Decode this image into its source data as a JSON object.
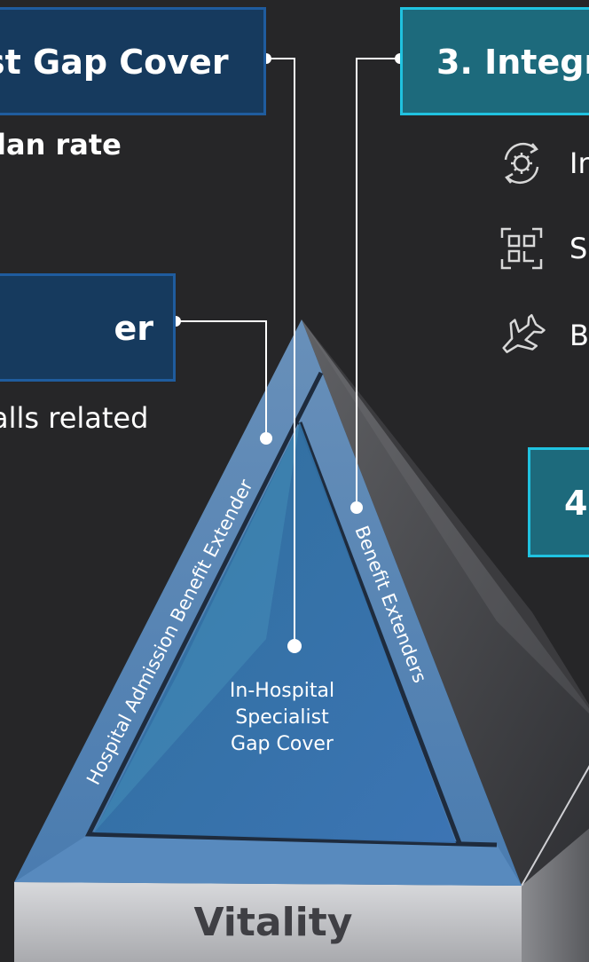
{
  "boxes": {
    "box1": "st Gap Cover",
    "box2": "er",
    "box3": "3. Integr",
    "box4": "4."
  },
  "subtexts": {
    "sub1": "lan rate",
    "sub2": "alls related"
  },
  "features": [
    {
      "icon": "virus-refresh-icon",
      "text": "In"
    },
    {
      "icon": "scan-frame-icon",
      "text": "Se"
    },
    {
      "icon": "airplane-icon",
      "text": "B"
    }
  ],
  "pyramid": {
    "left_face": "Hospital Admission Benefit Extender",
    "right_face": "Benefit Extenders",
    "centre": [
      "In-Hospital",
      "Specialist",
      "Gap Cover"
    ],
    "base": "Vitality"
  },
  "colors": {
    "background": "#262628",
    "box_dark_fill": "#163a5e",
    "box_dark_border": "#1f5c9e",
    "box_teal_fill": "#1d6a7c",
    "box_teal_border": "#20c2e0",
    "pyramid_blue": "#5a8ec0",
    "connector": "#ffffff"
  }
}
